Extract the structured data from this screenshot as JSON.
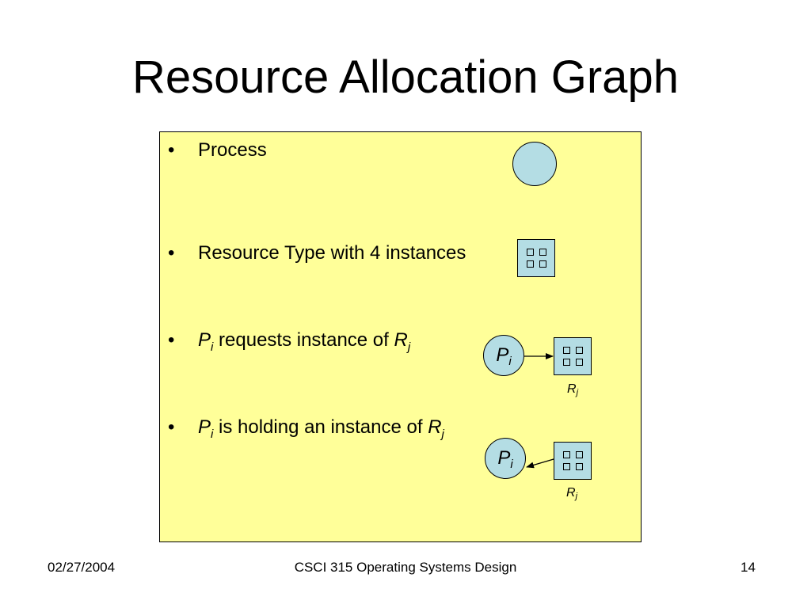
{
  "slide": {
    "title": "Resource Allocation Graph",
    "date": "02/27/2004",
    "course": "CSCI 315 Operating Systems Design",
    "page_number": "14"
  },
  "colors": {
    "panel_background": "#ffff99",
    "node_fill": "#b4dde4"
  },
  "bullets": {
    "marker": "•",
    "process": "Process",
    "resource_type": "Resource Type with 4 instances",
    "request": {
      "p": "P",
      "p_sub": "i",
      "text": " requests instance of ",
      "r": "R",
      "r_sub": "j"
    },
    "holding": {
      "p": "P",
      "p_sub": "i",
      "text": " is holding an instance of ",
      "r": "R",
      "r_sub": "j"
    }
  },
  "diagram": {
    "request_edge": {
      "process": "P",
      "process_sub": "i",
      "resource": "R",
      "resource_sub": "j",
      "direction": "process-to-resource"
    },
    "assignment_edge": {
      "process": "P",
      "process_sub": "i",
      "resource": "R",
      "resource_sub": "j",
      "direction": "resource-to-process"
    }
  }
}
